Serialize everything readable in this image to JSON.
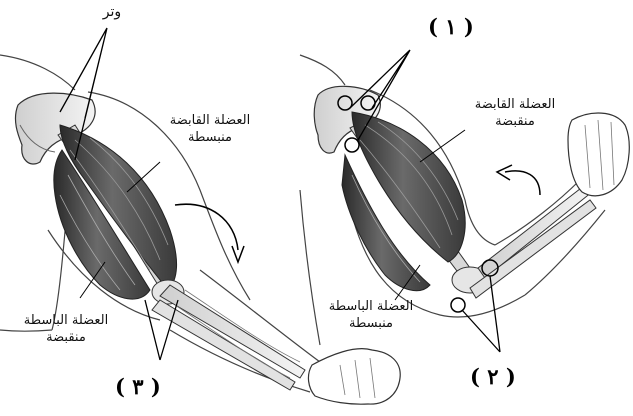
{
  "labels": {
    "tendon": "وتر",
    "left_flexor": [
      "العضلة القابضة",
      "منبسطة"
    ],
    "left_extensor": [
      "العضلة الباسطة",
      "منقبضة"
    ],
    "right_flexor": [
      "العضلة القابضة",
      "منقبضة"
    ],
    "right_extensor": [
      "العضلة الباسطة",
      "منبسطة"
    ]
  },
  "numbers": {
    "one": "( ١ )",
    "two": "( ٢ )",
    "three": "( ٣ )"
  }
}
